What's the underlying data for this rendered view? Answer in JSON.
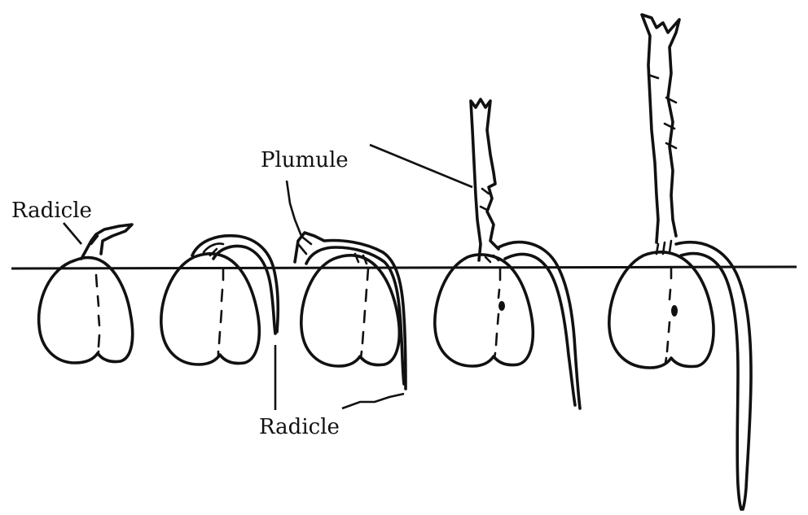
{
  "diagram": {
    "labels": {
      "radicle_top": "Radicle",
      "plumule": "Plumule",
      "radicle_bottom": "Radicle"
    },
    "stages": [
      {
        "name": "stage-1"
      },
      {
        "name": "stage-2"
      },
      {
        "name": "stage-3"
      },
      {
        "name": "stage-4"
      },
      {
        "name": "stage-5"
      }
    ],
    "colors": {
      "ink": "#111111",
      "background": "#ffffff"
    }
  }
}
